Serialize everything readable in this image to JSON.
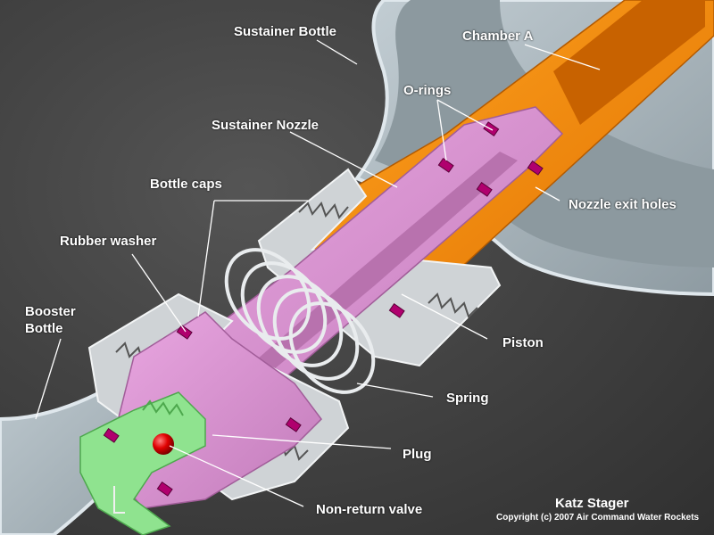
{
  "labels": {
    "sustainer_bottle": "Sustainer Bottle",
    "chamber_a": "Chamber A",
    "o_rings": "O-rings",
    "sustainer_nozzle": "Sustainer Nozzle",
    "bottle_caps": "Bottle caps",
    "nozzle_exit_holes": "Nozzle exit holes",
    "rubber_washer": "Rubber washer",
    "booster_bottle_line1": "Booster",
    "booster_bottle_line2": "Bottle",
    "piston": "Piston",
    "spring": "Spring",
    "plug": "Plug",
    "non_return_valve": "Non-return valve"
  },
  "credits": {
    "author": "Katz Stager",
    "copyright": "Copyright (c) 2007 Air Command Water Rockets"
  },
  "colors": {
    "bottle": "#a9b6bd",
    "nozzle": "#ff8a00",
    "piston": "#d88fd0",
    "plug": "#8fe38f",
    "cap": "#d6d8da",
    "o_ring": "#b0006e",
    "valve_ball": "#e00000",
    "leader": "#ffffff"
  }
}
